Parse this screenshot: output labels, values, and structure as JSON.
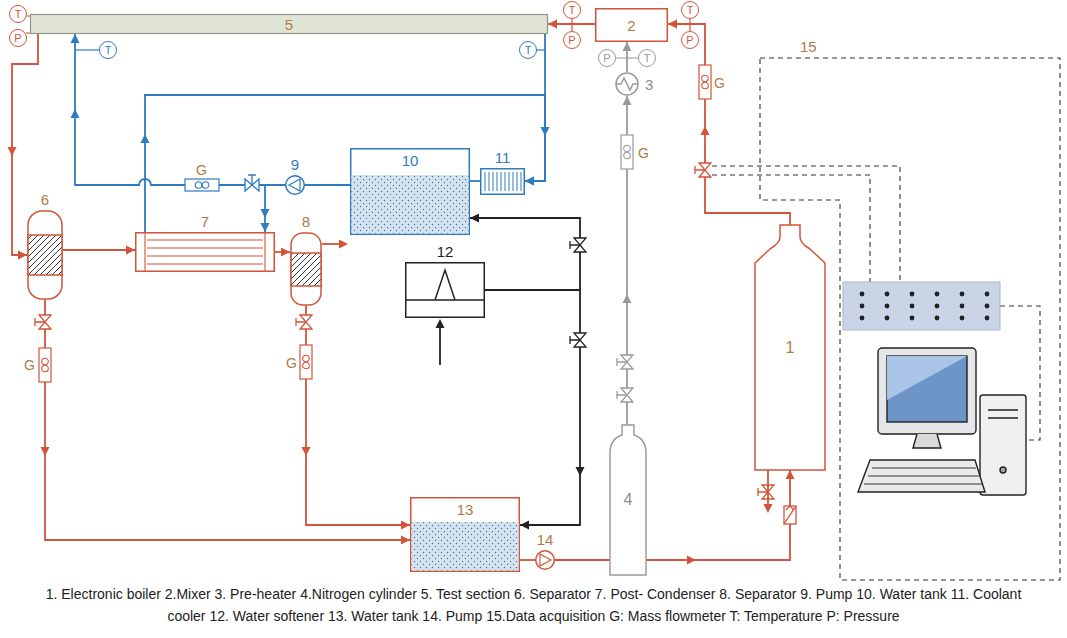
{
  "diagram": {
    "caption": "1. Electronic boiler 2.Mixer 3. Pre-heater 4.Nitrogen cylinder 5. Test section 6. Separator 7. Post- Condenser 8. Separator 9. Pump 10. Water tank 11. Coolant cooler 12. Water softener 13. Water tank 14. Pump 15.Data acquisition G: Mass flowmeter T: Temperature P: Pressure",
    "nodes": [
      {
        "text": [
          "5"
        ]
      },
      {
        "text": [
          "2"
        ]
      },
      {
        "text": [
          "3"
        ]
      },
      {
        "text": [
          "4"
        ]
      },
      {
        "text": [
          "1"
        ]
      },
      {
        "text": [
          "6"
        ]
      },
      {
        "text": [
          "7"
        ]
      },
      {
        "text": [
          "8"
        ]
      },
      {
        "text": [
          "9"
        ]
      },
      {
        "text": [
          "10"
        ]
      },
      {
        "text": [
          "11"
        ]
      },
      {
        "text": [
          "12"
        ]
      },
      {
        "text": [
          "13"
        ]
      },
      {
        "text": [
          "14"
        ]
      },
      {
        "text": [
          "15"
        ]
      },
      {
        "text": [
          "T"
        ]
      },
      {
        "text": [
          "P"
        ]
      },
      {
        "text": [
          "T"
        ]
      },
      {
        "text": [
          "T"
        ]
      },
      {
        "text": [
          "T"
        ]
      },
      {
        "text": [
          "P"
        ]
      },
      {
        "text": [
          "P"
        ]
      },
      {
        "text": [
          "T"
        ]
      },
      {
        "text": [
          "T"
        ]
      },
      {
        "text": [
          "P"
        ]
      }
    ],
    "edges": [
      {
        "from": 4,
        "to": 1,
        "arrow": "to"
      },
      {
        "from": 3,
        "to": 2,
        "arrow": "to"
      },
      {
        "from": 2,
        "to": 1,
        "arrow": "to"
      },
      {
        "from": 1,
        "to": 0,
        "arrow": "to"
      },
      {
        "from": 0,
        "to": 5,
        "arrow": "to"
      },
      {
        "from": 5,
        "to": 6,
        "arrow": "to"
      },
      {
        "from": 5,
        "to": 12,
        "arrow": "to"
      },
      {
        "from": 6,
        "to": 7,
        "arrow": "to"
      },
      {
        "from": 7,
        "to": 12,
        "arrow": "to"
      },
      {
        "from": 12,
        "to": 13,
        "arrow": "none"
      },
      {
        "from": 13,
        "to": 4,
        "arrow": "to"
      },
      {
        "from": 9,
        "to": 8,
        "arrow": "none"
      },
      {
        "from": 8,
        "to": 0,
        "arrow": "to"
      },
      {
        "from": 8,
        "to": 6,
        "arrow": "to"
      },
      {
        "from": 6,
        "to": 10,
        "arrow": "to"
      },
      {
        "from": 0,
        "to": 10,
        "arrow": "to"
      },
      {
        "from": 10,
        "to": 9,
        "arrow": "none"
      },
      {
        "from": 11,
        "to": 9,
        "arrow": "to"
      },
      {
        "from": 11,
        "to": 12,
        "arrow": "to"
      }
    ],
    "labels": [
      "G",
      "G",
      "G",
      "G",
      "G"
    ]
  }
}
